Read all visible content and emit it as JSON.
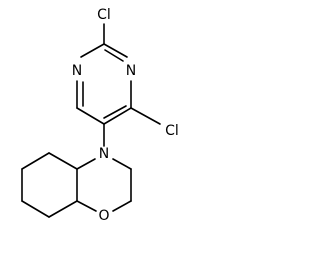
{
  "molecule": {
    "atoms": {
      "cl_top": "Cl",
      "n_left": "N",
      "n_right": "N",
      "cl_right": "Cl",
      "n_morpholine": "N",
      "o_morpholine": "O"
    },
    "colors": {
      "bond": "#000000",
      "label": "#000000",
      "background": "#ffffff"
    }
  }
}
